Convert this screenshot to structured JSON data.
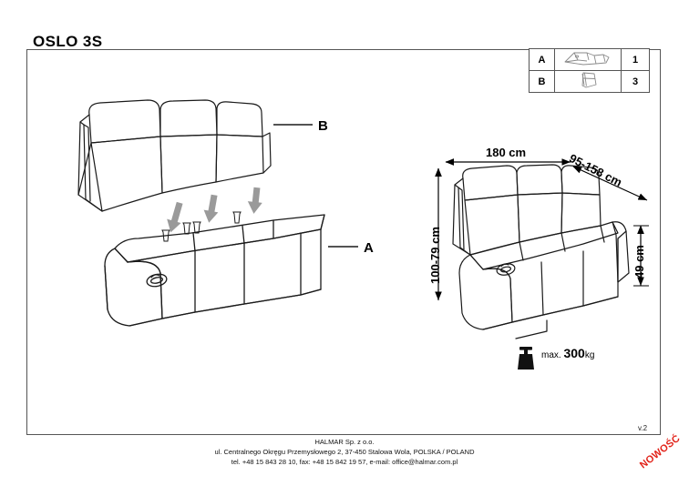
{
  "sheet": {
    "title": "OSLO 3S",
    "version": "v.2"
  },
  "parts_table": {
    "rows": [
      {
        "letter": "A",
        "icon": "sofa-base-icon",
        "qty": "1"
      },
      {
        "letter": "B",
        "icon": "backrest-cushion-icon",
        "qty": "3"
      }
    ]
  },
  "exploded_view": {
    "callout_backrest": "B",
    "callout_base": "A",
    "arrow_count": 3,
    "pin_count": 4
  },
  "dimensions": {
    "width": "180 cm",
    "depth": "95-158 cm",
    "height": "100-79 cm",
    "seat_height": "49 cm"
  },
  "max_load": {
    "prefix": "max.",
    "value": "300",
    "unit": "kg",
    "icon": "weight-icon"
  },
  "footer": {
    "company": "HALMAR Sp. z o.o.",
    "address": "ul. Centralnego Okręgu Przemysłowego 2, 37-450 Stalowa Wola, POLSKA / POLAND",
    "contact": "tel. +48 15 843 28 10, fax: +48 15 842 19 57, e-mail: office@halmar.com.pl"
  },
  "badge": {
    "label": "NOWOŚĆ",
    "color": "#e2231a"
  },
  "colors": {
    "line": "#1a1a1a",
    "frame": "#555555",
    "arrow": "#9a9a9a",
    "accent": "#e2231a"
  }
}
